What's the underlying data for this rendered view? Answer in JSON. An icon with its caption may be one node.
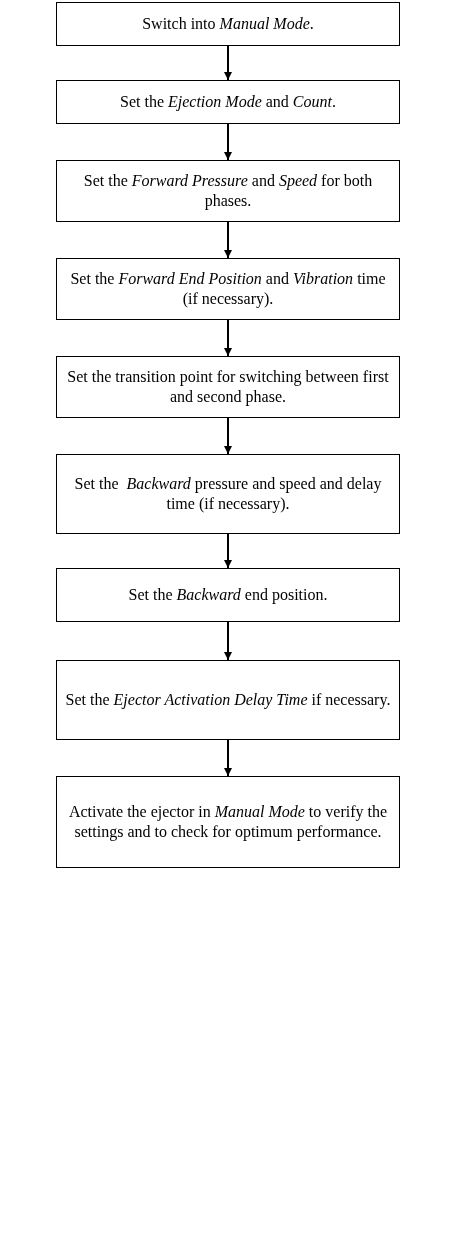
{
  "diagram": {
    "nodes": [
      {
        "text": [
          "Switch into *Manual Mode*."
        ]
      },
      {
        "text": [
          "Set the *Ejection Mode* and *Count*."
        ]
      },
      {
        "text": [
          "Set the *Forward Pressure* and *Speed* for both phases."
        ]
      },
      {
        "text": [
          "Set the *Forward End Position* and *Vibration* time (if necessary)."
        ]
      },
      {
        "text": [
          "Set the transition point for switching between first and second phase."
        ]
      },
      {
        "text": [
          "Set the  *Backward* pressure and speed and delay time (if necessary)."
        ]
      },
      {
        "text": [
          "Set the *Backward* end position."
        ]
      },
      {
        "text": [
          "Set the *Ejector Activation Delay Time* if necessary."
        ]
      },
      {
        "text": [
          "Activate the ejector in *Manual Mode* to verify the settings and to check for optimum performance."
        ]
      }
    ],
    "edges": [
      {
        "from": 0,
        "to": 1,
        "arrow": "to"
      },
      {
        "from": 1,
        "to": 2,
        "arrow": "to"
      },
      {
        "from": 2,
        "to": 3,
        "arrow": "to"
      },
      {
        "from": 3,
        "to": 4,
        "arrow": "to"
      },
      {
        "from": 4,
        "to": 5,
        "arrow": "to"
      },
      {
        "from": 5,
        "to": 6,
        "arrow": "to"
      },
      {
        "from": 6,
        "to": 7,
        "arrow": "to"
      },
      {
        "from": 7,
        "to": 8,
        "arrow": "to"
      }
    ]
  }
}
